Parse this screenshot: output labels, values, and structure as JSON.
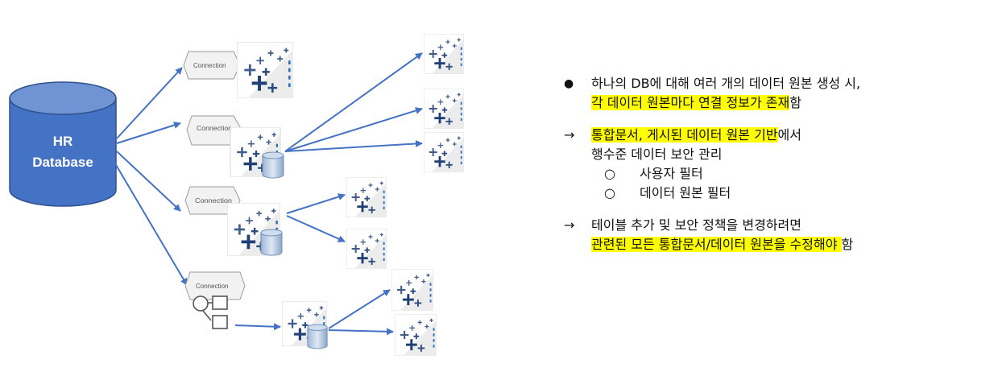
{
  "diagram": {
    "database_label_line1": "HR",
    "database_label_line2": "Database",
    "connection_label": "Connection",
    "colors": {
      "database": "#4472c4",
      "arrow": "#4472c4",
      "highlight": "#ffff00"
    }
  },
  "notes": {
    "bullet1": {
      "marker": "●",
      "line1": "하나의 DB에 대해 여러 개의 데이터 원본 생성 시,",
      "line2_hl": "각 데이터 원본마다 연결 정보가 존재",
      "line2_rest": "함"
    },
    "bullet2": {
      "marker": "→",
      "line1_hl": "통합문서, 게시된 데이터 원본 기반",
      "line1_rest": "에서",
      "line2": "행수준 데이터 보안 관리",
      "sub_marker": "○",
      "sub1": "사용자 필터",
      "sub2": "데이터 원본 필터"
    },
    "bullet3": {
      "marker": "→",
      "line1": "테이블 추가 및 보안 정책을 변경하려면",
      "line2_hl": "관련된 모든 통합문서/데이터 원본을 수정해야 ",
      "line2_rest": "함"
    }
  }
}
